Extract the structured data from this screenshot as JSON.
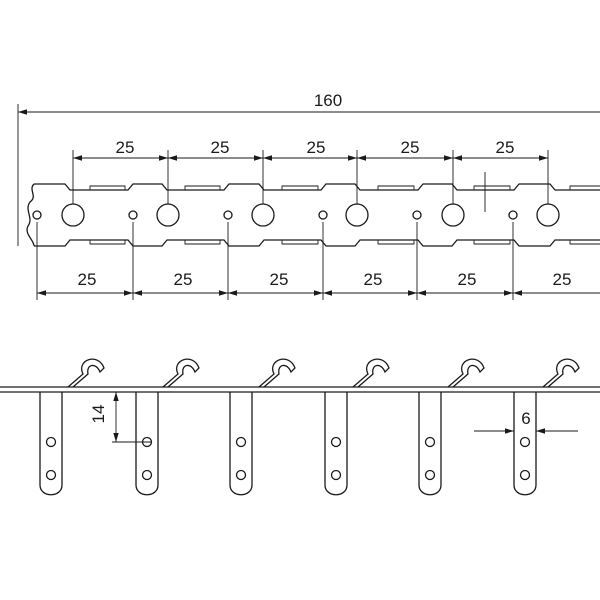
{
  "drawing": {
    "overall_length": "160",
    "top_pitch": [
      "25",
      "25",
      "25",
      "25",
      "25"
    ],
    "bottom_pitch": [
      "25",
      "25",
      "25",
      "25",
      "25",
      "25"
    ],
    "tab_offset": "14",
    "tab_width": "6"
  }
}
